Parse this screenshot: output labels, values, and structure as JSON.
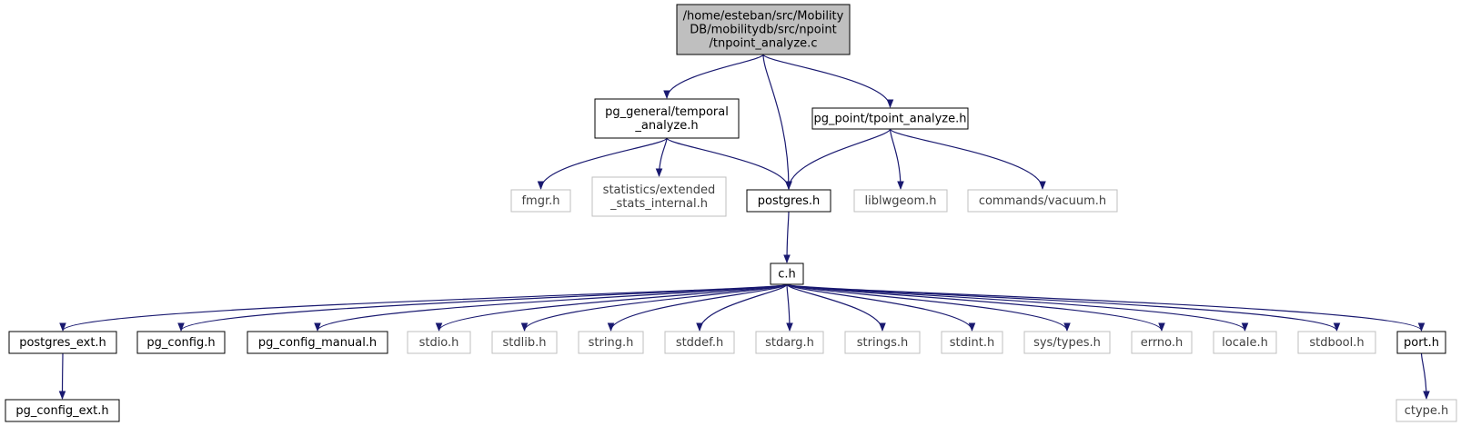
{
  "nodes": [
    {
      "id": "root",
      "lines": [
        "/home/esteban/src/Mobility",
        "DB/mobilitydb/src/npoint",
        "/tnpoint_analyze.c"
      ],
      "kind": "root"
    },
    {
      "id": "temporal_analyze",
      "lines": [
        "pg_general/temporal",
        "_analyze.h"
      ],
      "kind": "documented"
    },
    {
      "id": "tpoint_analyze",
      "lines": [
        "pg_point/tpoint_analyze.h"
      ],
      "kind": "documented"
    },
    {
      "id": "fmgr",
      "lines": [
        "fmgr.h"
      ],
      "kind": "external"
    },
    {
      "id": "stats_internal",
      "lines": [
        "statistics/extended",
        "_stats_internal.h"
      ],
      "kind": "external"
    },
    {
      "id": "postgres",
      "lines": [
        "postgres.h"
      ],
      "kind": "documented"
    },
    {
      "id": "liblwgeom",
      "lines": [
        "liblwgeom.h"
      ],
      "kind": "external"
    },
    {
      "id": "vacuum",
      "lines": [
        "commands/vacuum.h"
      ],
      "kind": "external"
    },
    {
      "id": "c",
      "lines": [
        "c.h"
      ],
      "kind": "documented"
    },
    {
      "id": "postgres_ext",
      "lines": [
        "postgres_ext.h"
      ],
      "kind": "documented"
    },
    {
      "id": "pg_config",
      "lines": [
        "pg_config.h"
      ],
      "kind": "documented"
    },
    {
      "id": "pg_config_manual",
      "lines": [
        "pg_config_manual.h"
      ],
      "kind": "documented"
    },
    {
      "id": "stdio",
      "lines": [
        "stdio.h"
      ],
      "kind": "external"
    },
    {
      "id": "stdlib",
      "lines": [
        "stdlib.h"
      ],
      "kind": "external"
    },
    {
      "id": "string",
      "lines": [
        "string.h"
      ],
      "kind": "external"
    },
    {
      "id": "stddef",
      "lines": [
        "stddef.h"
      ],
      "kind": "external"
    },
    {
      "id": "stdarg",
      "lines": [
        "stdarg.h"
      ],
      "kind": "external"
    },
    {
      "id": "strings",
      "lines": [
        "strings.h"
      ],
      "kind": "external"
    },
    {
      "id": "stdint",
      "lines": [
        "stdint.h"
      ],
      "kind": "external"
    },
    {
      "id": "sys_types",
      "lines": [
        "sys/types.h"
      ],
      "kind": "external"
    },
    {
      "id": "errno",
      "lines": [
        "errno.h"
      ],
      "kind": "external"
    },
    {
      "id": "locale",
      "lines": [
        "locale.h"
      ],
      "kind": "external"
    },
    {
      "id": "stdbool",
      "lines": [
        "stdbool.h"
      ],
      "kind": "external"
    },
    {
      "id": "port",
      "lines": [
        "port.h"
      ],
      "kind": "documented"
    },
    {
      "id": "pg_config_ext",
      "lines": [
        "pg_config_ext.h"
      ],
      "kind": "documented"
    },
    {
      "id": "ctype",
      "lines": [
        "ctype.h"
      ],
      "kind": "external"
    }
  ],
  "edges": [
    [
      "root",
      "temporal_analyze"
    ],
    [
      "root",
      "postgres"
    ],
    [
      "root",
      "tpoint_analyze"
    ],
    [
      "temporal_analyze",
      "fmgr"
    ],
    [
      "temporal_analyze",
      "stats_internal"
    ],
    [
      "temporal_analyze",
      "postgres"
    ],
    [
      "tpoint_analyze",
      "postgres"
    ],
    [
      "tpoint_analyze",
      "liblwgeom"
    ],
    [
      "tpoint_analyze",
      "vacuum"
    ],
    [
      "postgres",
      "c"
    ],
    [
      "c",
      "postgres_ext"
    ],
    [
      "c",
      "pg_config"
    ],
    [
      "c",
      "pg_config_manual"
    ],
    [
      "c",
      "stdio"
    ],
    [
      "c",
      "stdlib"
    ],
    [
      "c",
      "string"
    ],
    [
      "c",
      "stddef"
    ],
    [
      "c",
      "stdarg"
    ],
    [
      "c",
      "strings"
    ],
    [
      "c",
      "stdint"
    ],
    [
      "c",
      "sys_types"
    ],
    [
      "c",
      "errno"
    ],
    [
      "c",
      "locale"
    ],
    [
      "c",
      "stdbool"
    ],
    [
      "c",
      "port"
    ],
    [
      "postgres_ext",
      "pg_config_ext"
    ],
    [
      "port",
      "ctype"
    ]
  ],
  "colors": {
    "root_fill": "#bfbfbf",
    "documented_border": "#000000",
    "external_border": "#bfbfbf",
    "external_text": "#404040",
    "edge": "#191970"
  }
}
